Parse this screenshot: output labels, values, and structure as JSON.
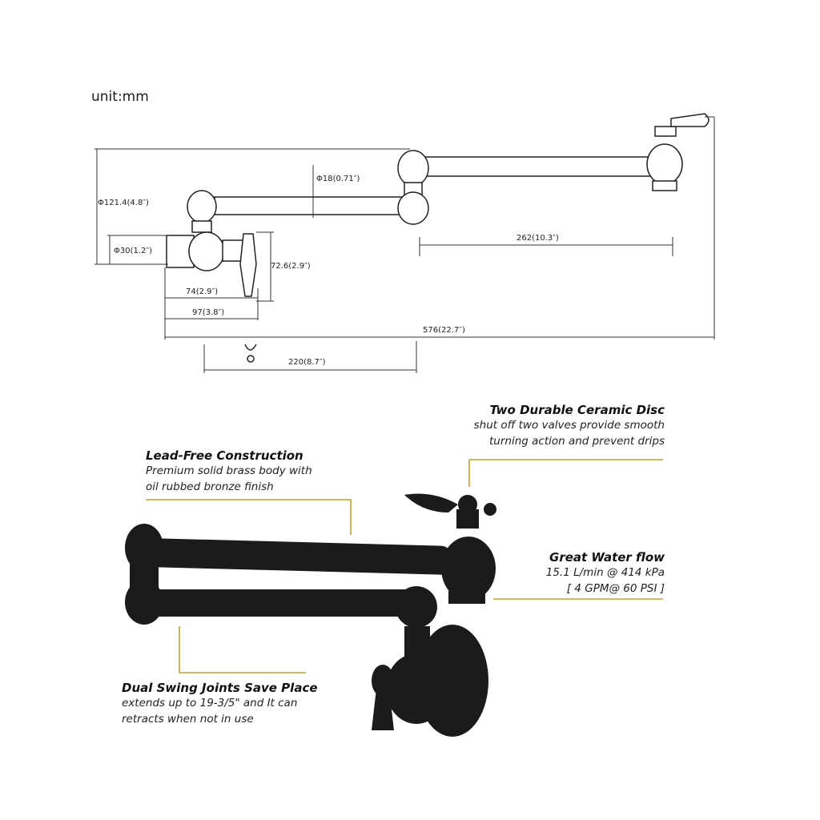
{
  "unit_label": "unit:mm",
  "dimensions": {
    "d_height": "Φ121.4(4.8″)",
    "d_pipe": "Φ18(0.71″)",
    "d_inlet": "Φ30(1.2″)",
    "d_valve_h": "72.6(2.9″)",
    "d_spout": "262(10.3″)",
    "d_74": "74(2.9″)",
    "d_97": "97(3.8″)",
    "d_total": "576(22.7″)",
    "d_220": "220(8.7″)"
  },
  "features": {
    "ceramic": {
      "title": "Two Durable Ceramic Disc",
      "line1": "shut off two valves provide smooth",
      "line2": "turning action and prevent drips"
    },
    "leadfree": {
      "title": "Lead-Free Construction",
      "line1": "Premium solid brass body with",
      "line2": "oil rubbed bronze finish"
    },
    "flow": {
      "title": "Great Water flow",
      "line1": "15.1 L/min @ 414 kPa",
      "line2": "[ 4 GPM@ 60 PSI ]"
    },
    "swing": {
      "title": "Dual Swing Joints Save Place",
      "line1": "extends up to 19-3/5\" and It can",
      "line2": "retracts when not in use"
    }
  },
  "colors": {
    "accent_line": "#c9a227",
    "bronze": "#1b1b1d"
  }
}
